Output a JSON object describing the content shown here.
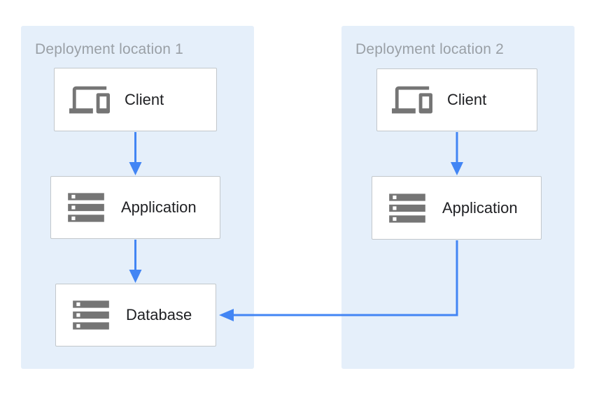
{
  "diagram": {
    "regions": [
      {
        "label": "Deployment location 1",
        "nodes": [
          {
            "label": "Client",
            "icon": "devices-icon"
          },
          {
            "label": "Application",
            "icon": "server-stack-icon"
          },
          {
            "label": "Database",
            "icon": "server-stack-icon"
          }
        ]
      },
      {
        "label": "Deployment location 2",
        "nodes": [
          {
            "label": "Client",
            "icon": "devices-icon"
          },
          {
            "label": "Application",
            "icon": "server-stack-icon"
          }
        ]
      }
    ],
    "edges": [
      {
        "from": "location1-client",
        "to": "location1-application"
      },
      {
        "from": "location1-application",
        "to": "location1-database"
      },
      {
        "from": "location2-client",
        "to": "location2-application"
      },
      {
        "from": "location2-application",
        "to": "location1-database"
      }
    ],
    "colors": {
      "region_background": "#E5EFFA",
      "arrow_blue": "#4285F4",
      "icon_gray": "#757575",
      "box_border": "#C2C7CB",
      "region_label_gray": "#9AA0A6",
      "node_text": "#202124"
    }
  }
}
